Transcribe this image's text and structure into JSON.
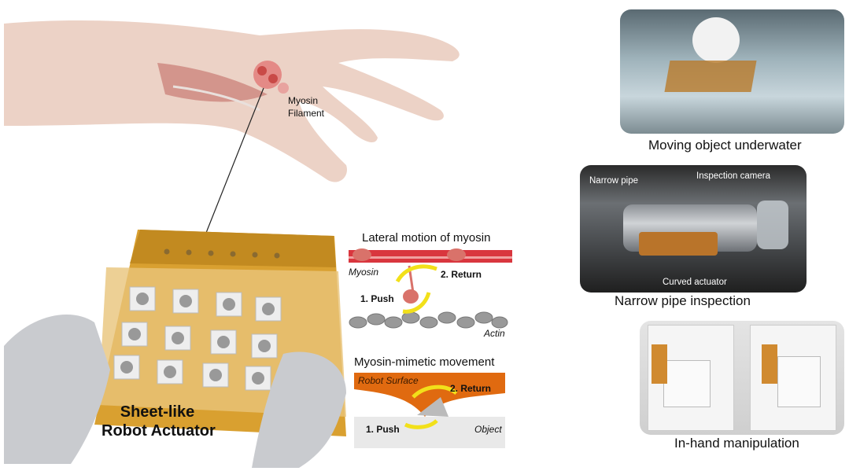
{
  "hand": {
    "label_line1": "Myosin",
    "label_line2": "Filament"
  },
  "actuator": {
    "title_line1": "Sheet-like",
    "title_line2": "Robot Actuator"
  },
  "lateral_motion": {
    "title": "Lateral motion of myosin",
    "myosin_label": "Myosin",
    "return_label": "2. Return",
    "push_label": "1. Push",
    "actin_label": "Actin"
  },
  "mimetic_movement": {
    "title": "Myosin-mimetic movement",
    "surface_label": "Robot Surface",
    "return_label": "2. Return",
    "push_label": "1. Push",
    "object_label": "Object"
  },
  "applications": [
    {
      "caption": "Moving object underwater"
    },
    {
      "caption": "Narrow pipe inspection",
      "labels": {
        "pipe": "Narrow pipe",
        "camera": "Inspection camera",
        "actuator": "Curved actuator"
      }
    },
    {
      "caption": "In-hand manipulation"
    }
  ],
  "colors": {
    "skin": "#ecd2c6",
    "muscle": "#d9534f",
    "kapton": "#d9a030",
    "arrow": "#f2e01a",
    "glove": "#c9cbcf"
  }
}
